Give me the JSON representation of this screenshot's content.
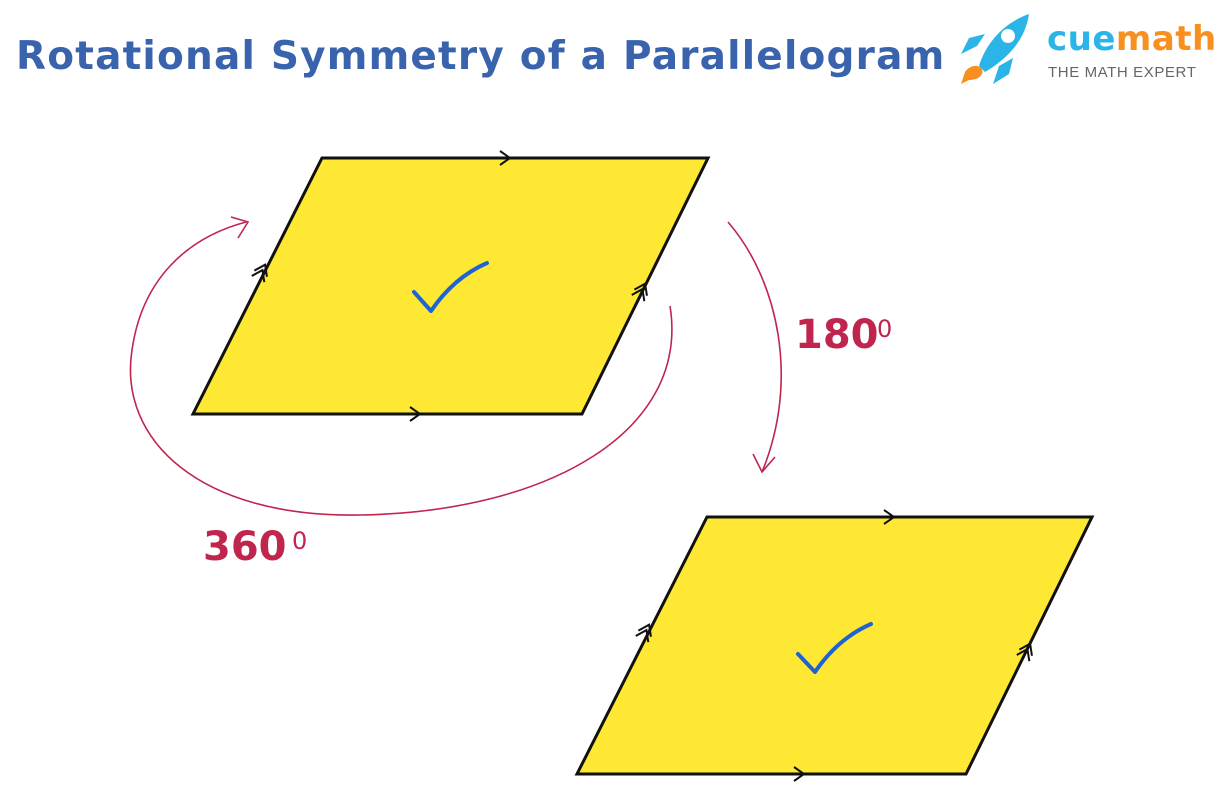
{
  "title": "Rotational Symmetry of a Parallelogram",
  "brand": {
    "name_part1": "cue",
    "name_part2": "math",
    "tagline": "THE MATH EXPERT"
  },
  "labels": {
    "angle_180_value": "180",
    "angle_360_value": "360",
    "degree_symbol": "0"
  },
  "colors": {
    "title": "#3a63ad",
    "accent": "#c0254e",
    "shape_fill": "#ffe833",
    "check": "#1e63d6",
    "brand_orange": "#f7901e",
    "brand_blue": "#2ab4e8",
    "brand_gray": "#666666"
  },
  "icons": [
    "rocket-icon",
    "check-icon"
  ]
}
